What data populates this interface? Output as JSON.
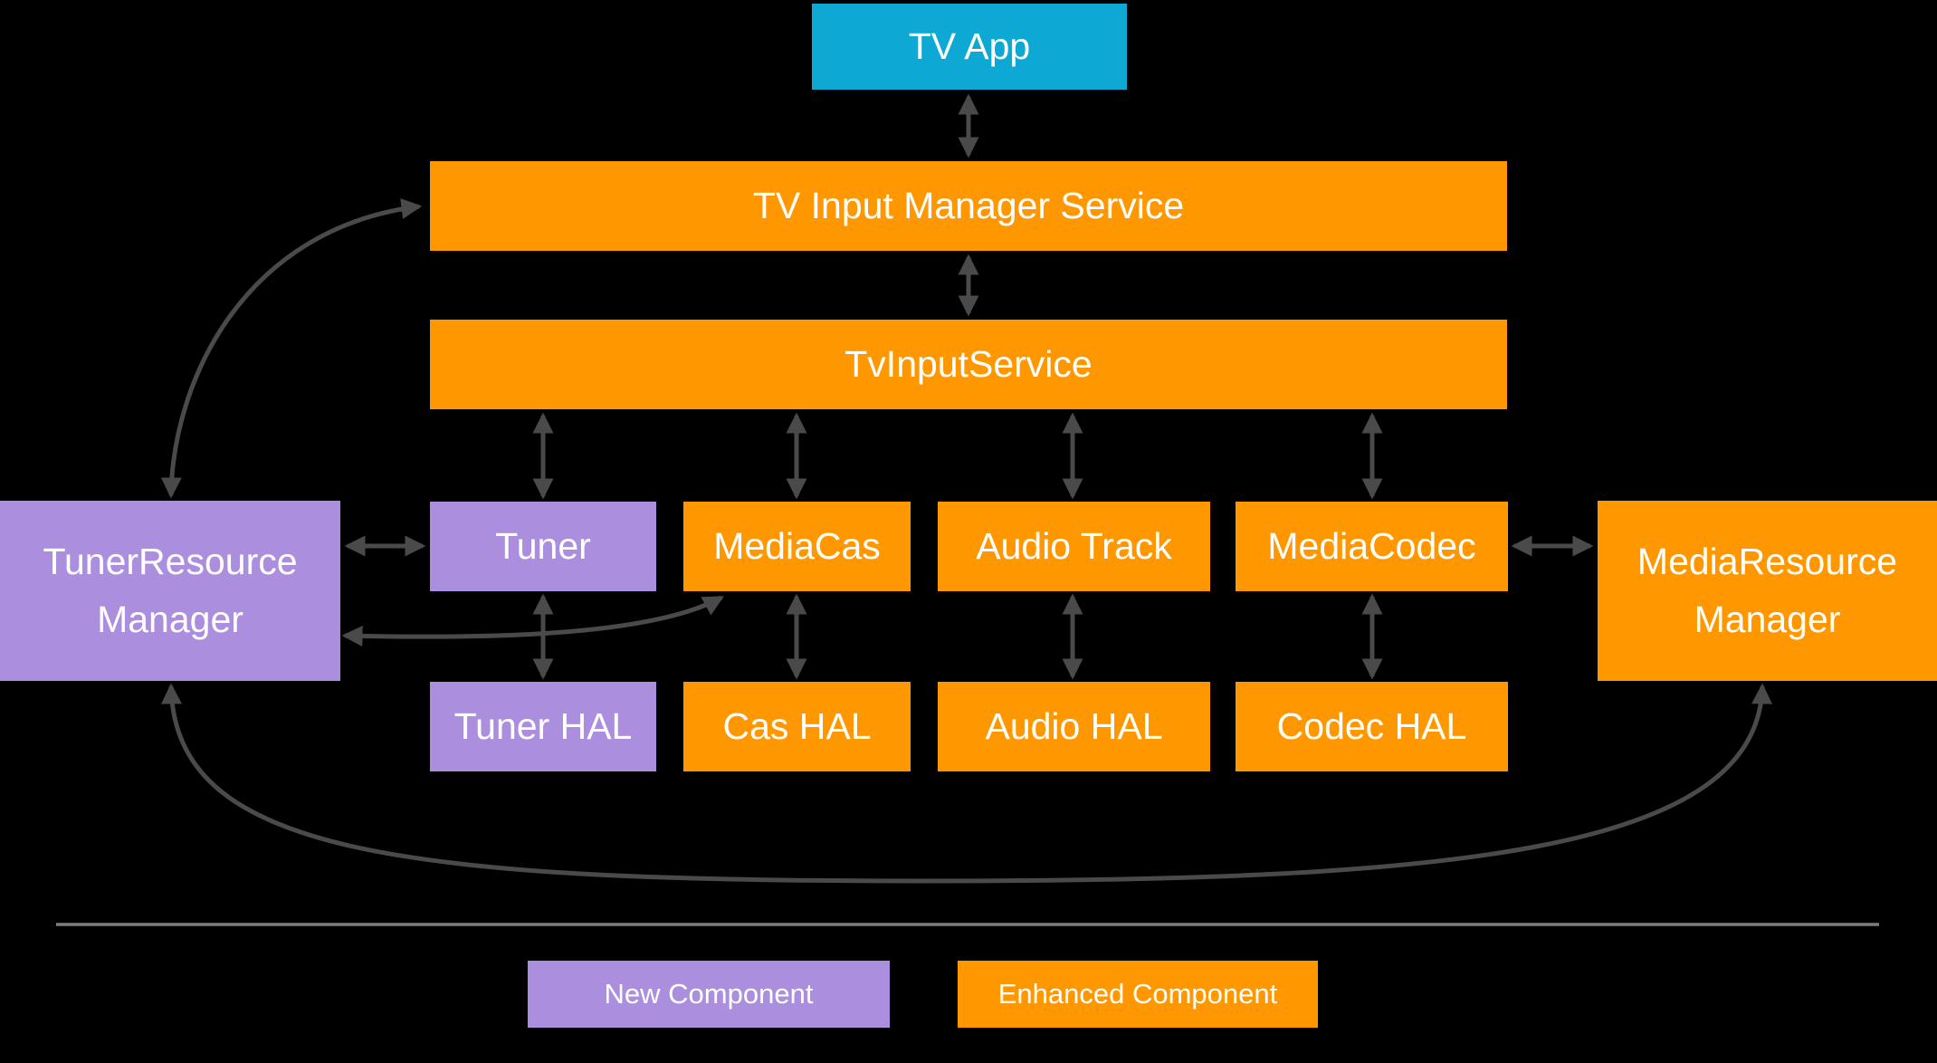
{
  "diagram": {
    "description": "TV tuner framework architecture diagram",
    "colors": {
      "background": "#000000",
      "app_component": "#0DA8D3",
      "enhanced_component": "#FF9800",
      "new_component": "#AC8EDE",
      "arrow": "#4A4A4A",
      "divider_line": "#7D7D7D",
      "text": "#FFFFFF"
    },
    "nodes": {
      "tv_app": {
        "label": "TV App",
        "category": "app"
      },
      "tv_input_manager_service": {
        "label": "TV Input Manager Service",
        "category": "enhanced"
      },
      "tv_input_service": {
        "label": "TvInputService",
        "category": "enhanced"
      },
      "tuner": {
        "label": "Tuner",
        "category": "new"
      },
      "media_cas": {
        "label": "MediaCas",
        "category": "enhanced"
      },
      "audio_track": {
        "label": "Audio Track",
        "category": "enhanced"
      },
      "media_codec": {
        "label": "MediaCodec",
        "category": "enhanced"
      },
      "tuner_resource_manager": {
        "label": "TunerResource Manager",
        "category": "new"
      },
      "media_resource_manager": {
        "label": "MediaResource Manager",
        "category": "enhanced"
      },
      "tuner_hal": {
        "label": "Tuner HAL",
        "category": "new"
      },
      "cas_hal": {
        "label": "Cas HAL",
        "category": "enhanced"
      },
      "audio_hal": {
        "label": "Audio HAL",
        "category": "enhanced"
      },
      "codec_hal": {
        "label": "Codec HAL",
        "category": "enhanced"
      }
    },
    "edges": [
      {
        "from": "TV App",
        "to": "TV Input Manager Service",
        "bidirectional": true,
        "shape": "straight"
      },
      {
        "from": "TV Input Manager Service",
        "to": "TvInputService",
        "bidirectional": true,
        "shape": "straight"
      },
      {
        "from": "TvInputService",
        "to": "Tuner",
        "bidirectional": true,
        "shape": "straight"
      },
      {
        "from": "TvInputService",
        "to": "MediaCas",
        "bidirectional": true,
        "shape": "straight"
      },
      {
        "from": "TvInputService",
        "to": "Audio Track",
        "bidirectional": true,
        "shape": "straight"
      },
      {
        "from": "TvInputService",
        "to": "MediaCodec",
        "bidirectional": true,
        "shape": "straight"
      },
      {
        "from": "Tuner",
        "to": "Tuner HAL",
        "bidirectional": true,
        "shape": "straight"
      },
      {
        "from": "MediaCas",
        "to": "Cas HAL",
        "bidirectional": true,
        "shape": "straight"
      },
      {
        "from": "Audio Track",
        "to": "Audio HAL",
        "bidirectional": true,
        "shape": "straight"
      },
      {
        "from": "MediaCodec",
        "to": "Codec HAL",
        "bidirectional": true,
        "shape": "straight"
      },
      {
        "from": "TunerResource Manager",
        "to": "Tuner",
        "bidirectional": true,
        "shape": "straight"
      },
      {
        "from": "MediaCodec",
        "to": "MediaResource Manager",
        "bidirectional": true,
        "shape": "straight"
      },
      {
        "from": "TunerResource Manager",
        "to": "TV Input Manager Service",
        "bidirectional": true,
        "shape": "curved"
      },
      {
        "from": "TunerResource Manager",
        "to": "MediaCas",
        "bidirectional": true,
        "shape": "curved"
      },
      {
        "from": "TunerResource Manager",
        "to": "MediaResource Manager",
        "bidirectional": true,
        "shape": "curved"
      }
    ],
    "legend": {
      "new_component": {
        "label": "New Component",
        "color": "#AC8EDE"
      },
      "enhanced_component": {
        "label": "Enhanced Component",
        "color": "#FF9800"
      }
    }
  }
}
